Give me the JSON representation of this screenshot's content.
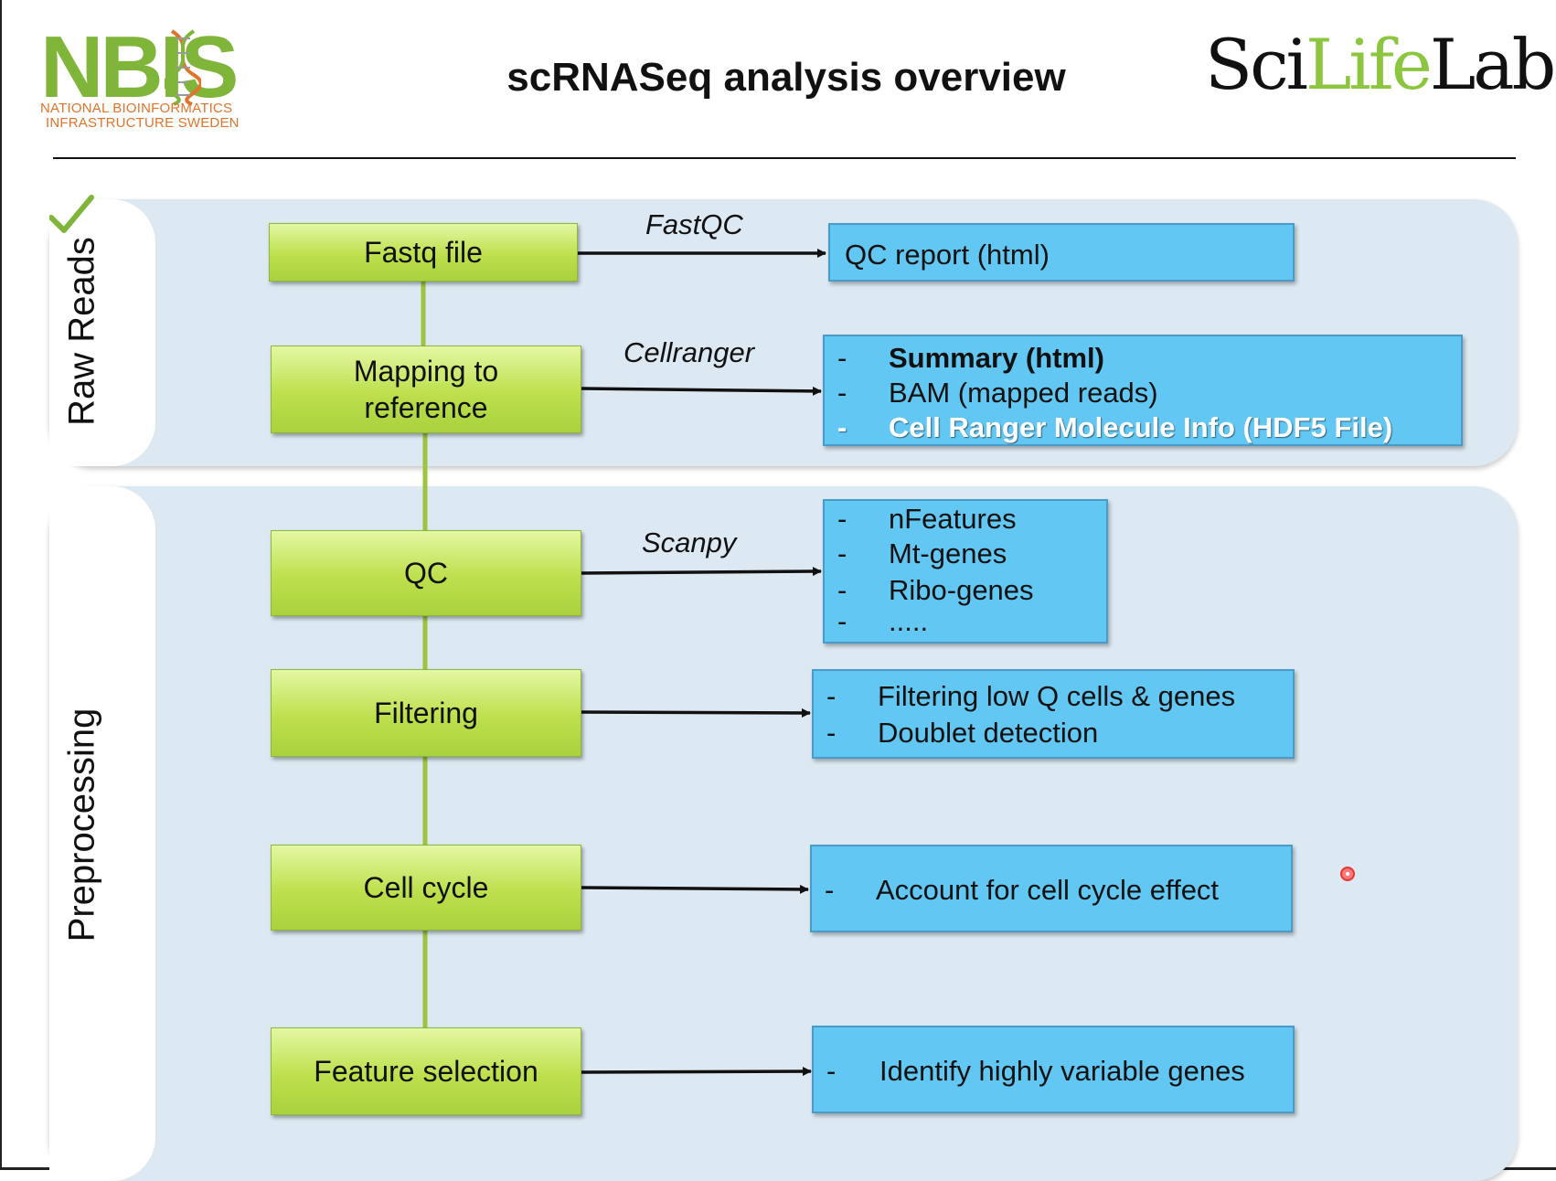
{
  "header": {
    "title": "scRNASeq analysis overview",
    "nbis_word": "NBIS",
    "nbis_line1": "NATIONAL BIOINFORMATICS",
    "nbis_line2": "INFRASTRUCTURE SWEDEN",
    "scilife_part1": "Sci",
    "scilife_part2": "Life",
    "scilife_part3": "Lab"
  },
  "sections": {
    "raw": "Raw Reads",
    "pre": "Preprocessing"
  },
  "steps": {
    "fastq": "Fastq file",
    "mapping_line1": "Mapping to",
    "mapping_line2": "reference",
    "qc": "QC",
    "filtering": "Filtering",
    "cell_cycle": "Cell cycle",
    "feature_selection": "Feature selection"
  },
  "tools": {
    "fastqc": "FastQC",
    "cellranger": "Cellranger",
    "scanpy": "Scanpy"
  },
  "outputs": {
    "dash": "-",
    "qc_report": "QC report (html)",
    "mapping": [
      "Summary (html)",
      "BAM (mapped reads)",
      "Cell Ranger Molecule Info (HDF5 File)"
    ],
    "qc": [
      "nFeatures",
      "Mt-genes",
      "Ribo-genes",
      "....."
    ],
    "filtering": [
      "Filtering low Q cells & genes",
      "Doublet detection"
    ],
    "cell_cycle": "Account for cell cycle effect",
    "feature_selection": "Identify highly variable genes"
  },
  "colors": {
    "step_green": "#bde04c",
    "output_blue": "#62c7f2",
    "panel_bg": "#dce9f2",
    "connector_green": "#9cc43f",
    "nbis_green": "#7fb539",
    "nbis_orange": "#e0742a"
  }
}
